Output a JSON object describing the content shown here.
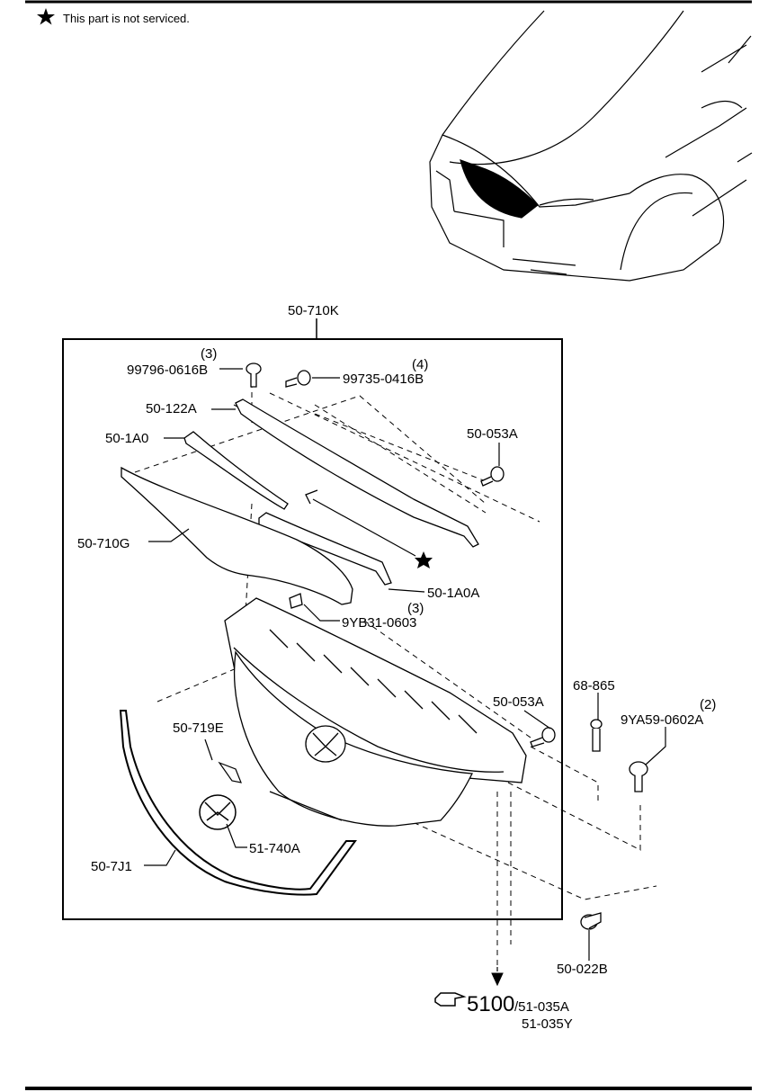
{
  "note": {
    "text": "This part is not serviced."
  },
  "assembly": {
    "code": "50-710K"
  },
  "parts": [
    {
      "code": "99796-0616B",
      "qty": "(3)"
    },
    {
      "code": "99735-0416B",
      "qty": "(4)"
    },
    {
      "code": "50-122A"
    },
    {
      "code": "50-1A0"
    },
    {
      "code": "50-053A"
    },
    {
      "code": "50-710G"
    },
    {
      "code": "50-1A0A"
    },
    {
      "code": "9YB31-0603",
      "qty": "(3)"
    },
    {
      "code": "50-719E"
    },
    {
      "code": "50-053A"
    },
    {
      "code": "68-865"
    },
    {
      "code": "9YA59-0602A",
      "qty": "(2)"
    },
    {
      "code": "51-740A"
    },
    {
      "code": "50-7J1"
    },
    {
      "code": "50-022B"
    }
  ],
  "reference": {
    "main": "5100",
    "sub1": "/51-035A",
    "sub2": "51-035Y"
  },
  "colors": {
    "ink": "#000000",
    "background": "#ffffff"
  }
}
